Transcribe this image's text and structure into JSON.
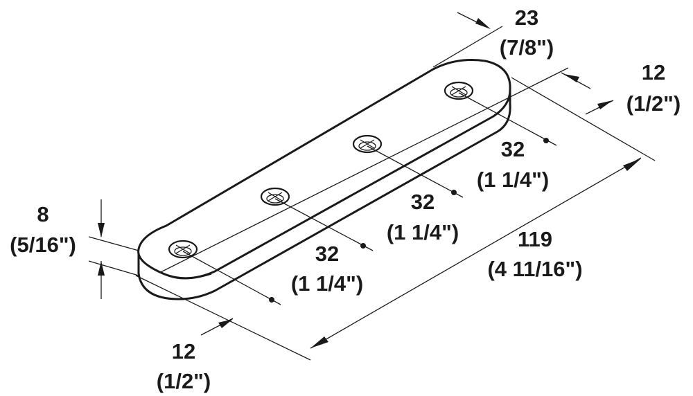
{
  "dimensions": {
    "width_top": {
      "value": "23",
      "imperial": "(7/8\")"
    },
    "edge_right": {
      "value": "12",
      "imperial": "(1/2\")"
    },
    "thickness": {
      "value": "8",
      "imperial": "(5/16\")"
    },
    "spacing_1": {
      "value": "32",
      "imperial": "(1 1/4\")"
    },
    "spacing_2": {
      "value": "32",
      "imperial": "(1 1/4\")"
    },
    "spacing_3": {
      "value": "32",
      "imperial": "(1 1/4\")"
    },
    "length": {
      "value": "119",
      "imperial": "(4 11/16\")"
    },
    "edge_bottom": {
      "value": "12",
      "imperial": "(1/2\")"
    }
  },
  "colors": {
    "line": "#1a1a1a",
    "background": "#ffffff"
  }
}
